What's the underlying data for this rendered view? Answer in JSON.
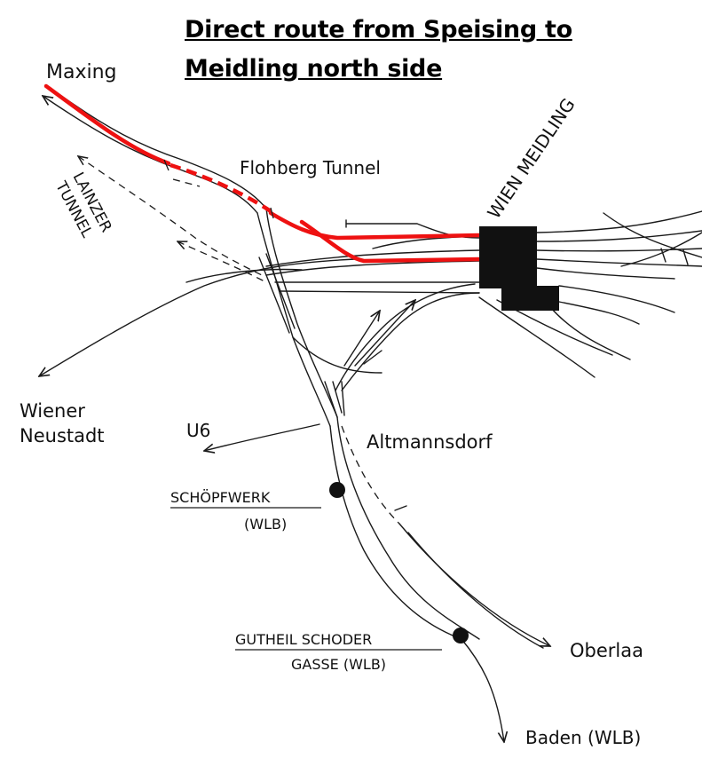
{
  "title": {
    "line1": "Direct route from Speising to",
    "line2": "Meidling north side"
  },
  "labels": {
    "maxing": "Maxing",
    "lainzer_tunnel_1": "LAINZER",
    "lainzer_tunnel_2": "TUNNEL",
    "flohberg_tunnel": "Flohberg Tunnel",
    "wien_meidling": "WIEN MEIDLING",
    "wiener_neustadt_1": "Wiener",
    "wiener_neustadt_2": "Neustadt",
    "u6": "U6",
    "altmannsdorf": "Altmannsdorf",
    "schoepfwerk_1": "SCHÖPFWERK",
    "schoepfwerk_2": "(WLB)",
    "gutheil_1": "GUTHEIL SCHODER",
    "gutheil_2": "GASSE (WLB)",
    "oberlaa": "Oberlaa",
    "baden": "Baden (WLB)"
  },
  "colors": {
    "highlight_route": "#ee1111",
    "track": "#1a1a1a",
    "station_block": "#111111"
  }
}
